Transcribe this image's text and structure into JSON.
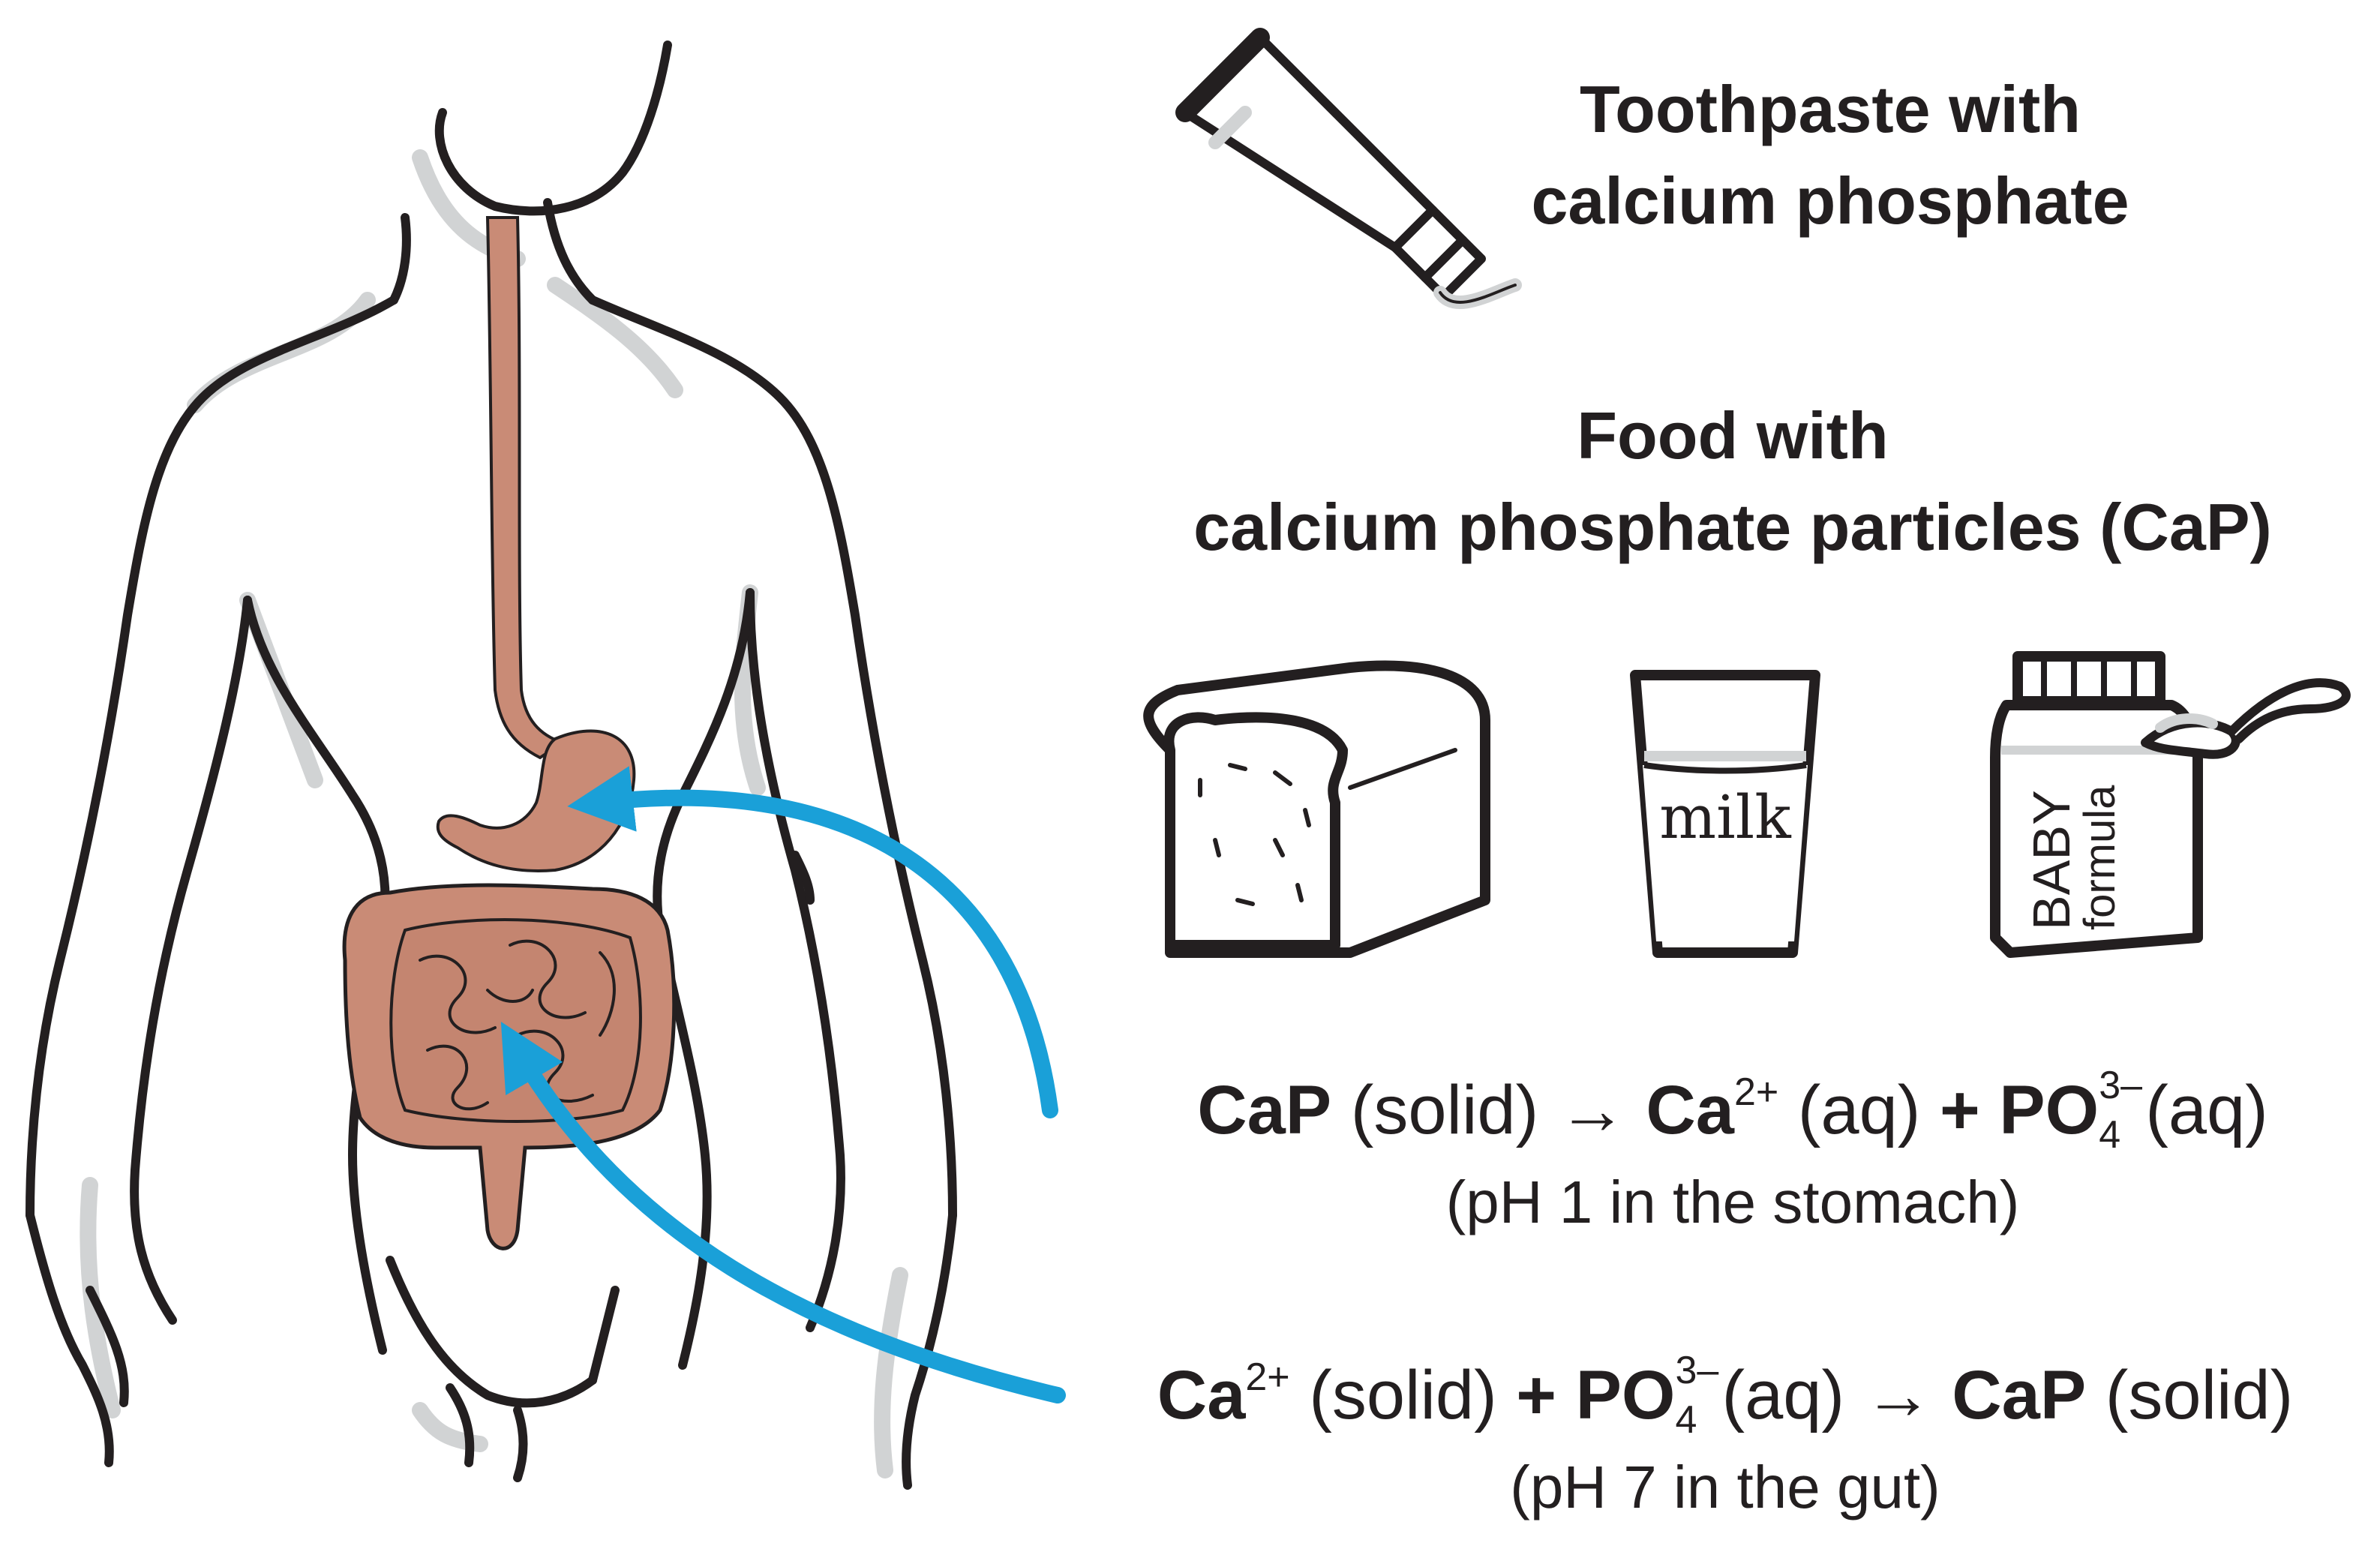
{
  "headings": {
    "toothpaste_line1": "Toothpaste with",
    "toothpaste_line2": "calcium phosphate",
    "food_line1": "Food with",
    "food_line2": "calcium phosphate particles (CaP)"
  },
  "food_items": {
    "milk_label": "milk",
    "formula_brand": "BABY",
    "formula_sub": "formula"
  },
  "equation_stomach": {
    "reactant": "CaP",
    "reactant_state": "(solid)",
    "arrow": "→",
    "ion1": "Ca",
    "ion1_charge": "2+",
    "ion1_state": "(aq)",
    "plus": "+",
    "ion2": "PO",
    "ion2_sub": "4",
    "ion2_charge": "3–",
    "ion2_state": "(aq)",
    "condition": "(pH 1 in the stomach)"
  },
  "equation_gut": {
    "ion1": "Ca",
    "ion1_charge": "2+",
    "ion1_state": "(solid)",
    "plus": "+",
    "ion2": "PO",
    "ion2_sub": "4",
    "ion2_charge": "3–",
    "ion2_state": "(aq)",
    "arrow": "→",
    "product": "CaP",
    "product_state": "(solid)",
    "condition": "(pH 7 in the gut)"
  },
  "icons": [
    "human-torso-icon",
    "esophagus-icon",
    "stomach-icon",
    "intestines-icon",
    "toothpaste-tube-icon",
    "bread-loaf-icon",
    "milk-glass-icon",
    "baby-formula-jar-icon",
    "spoon-icon",
    "arrow-icon"
  ],
  "colors": {
    "outline": "#231f20",
    "shadow": "#d1d3d4",
    "organ": "#c98b76",
    "arrow": "#1aa0d8",
    "text": "#231f20"
  }
}
